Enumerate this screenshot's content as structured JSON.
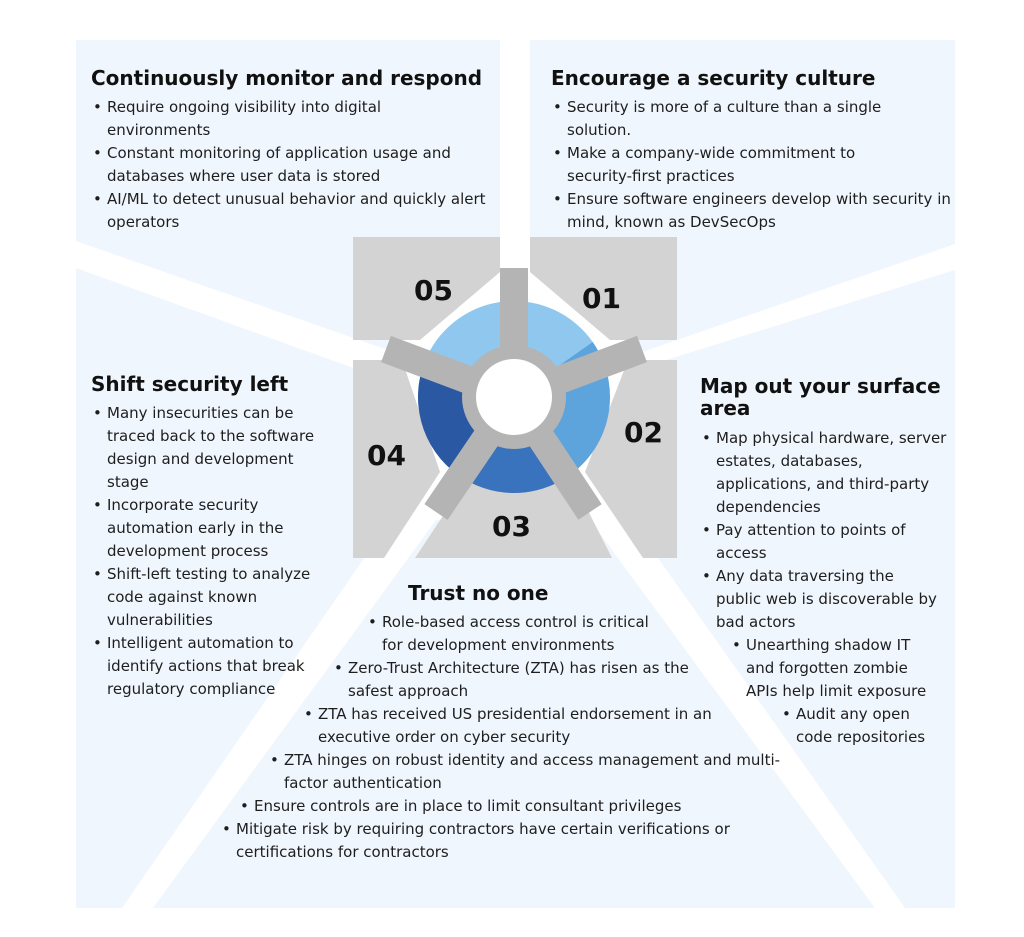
{
  "diagram": {
    "center_numbers": [
      "01",
      "02",
      "03",
      "04",
      "05"
    ],
    "colors": {
      "panel_bg": "#f0f6fd",
      "tab_gray": "#d3d3d3",
      "spoke_gray": "#b4b4b4",
      "ring_top": "#8fc7ef",
      "ring_right": "#5ea4dc",
      "ring_bottom": "#3a73bd",
      "ring_left": "#2a58a2"
    }
  },
  "sections": {
    "s01": {
      "title": "Encourage a security culture",
      "bullets": [
        "Security is more of a culture than a single solution.",
        "Make a company-wide commitment to security-first practices",
        "Ensure software engineers develop with security in mind, known as DevSecOps"
      ]
    },
    "s02": {
      "title": "Map out your surface area",
      "bullets": [
        "Map physical hardware, server estates, databases, applications, and third-party dependencies",
        "Pay attention to points of access",
        "Any data traversing the public web is discoverable by bad actors",
        "Unearthing shadow IT and forgotten zombie APIs help limit exposure",
        "Audit any open code repositories"
      ]
    },
    "s03": {
      "title": "Trust no one",
      "bullets": [
        "Role-based access control is critical for development environments",
        "Zero-Trust Architecture (ZTA) has risen as the safest approach",
        "ZTA has received US presidential endorsement in an executive order on cyber security",
        "ZTA hinges on robust identity and access management and multi-factor authentication",
        "Ensure controls are in place to limit consultant privileges",
        "Mitigate risk by requiring contractors have certain verifications or certifications for contractors"
      ]
    },
    "s04": {
      "title": "Shift security left",
      "bullets": [
        "Many insecurities can be traced back to the software design and development stage",
        "Incorporate security automation early in the development process",
        "Shift-left testing to analyze code against known vulnerabilities",
        "Intelligent automation to identify actions that break regulatory compliance"
      ]
    },
    "s05": {
      "title": "Continuously monitor and respond",
      "bullets": [
        "Require ongoing visibility into digital environments",
        "Constant monitoring of application usage and databases where user data is stored",
        "AI/ML to detect unusual behavior and quickly alert operators"
      ]
    }
  }
}
